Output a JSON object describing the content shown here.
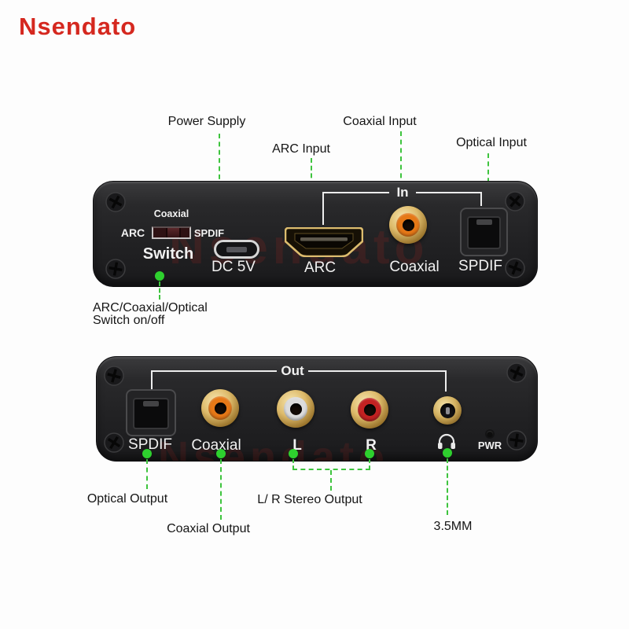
{
  "logo": "Nsendato",
  "watermark": "Nsendato",
  "colors": {
    "brand_red": "#d5281f",
    "accent_green": "#2ed02e",
    "device_black": "#222224",
    "gold": "#d9b96a",
    "rca_orange": "#e67817",
    "rca_white": "#dcdcdc",
    "rca_red": "#c32222"
  },
  "icons": {
    "screw": "screw-icon",
    "headphone": "headphone-icon",
    "power_led": "pwr-led"
  },
  "top": {
    "group_label": "In",
    "callouts": {
      "power_supply": "Power Supply",
      "arc_input": "ARC Input",
      "coaxial_input": "Coaxial Input",
      "optical_input": "Optical Input",
      "switch_note_line1": "ARC/Coaxial/Optical",
      "switch_note_line2": "Switch on/off"
    },
    "switch": {
      "top_label": "Coaxial",
      "left_label": "ARC",
      "right_label": "SPDIF",
      "caption": "Switch"
    },
    "port_labels": {
      "usb": "DC 5V",
      "hdmi": "ARC",
      "coaxial": "Coaxial",
      "optical": "SPDIF"
    }
  },
  "bottom": {
    "group_label": "Out",
    "port_labels": {
      "optical": "SPDIF",
      "coaxial": "Coaxial",
      "left": "L",
      "right": "R",
      "power": "PWR"
    },
    "callouts": {
      "optical": "Optical Output",
      "coaxial": "Coaxial Output",
      "stereo": "L/ R Stereo Output",
      "jack": "3.5MM"
    }
  }
}
